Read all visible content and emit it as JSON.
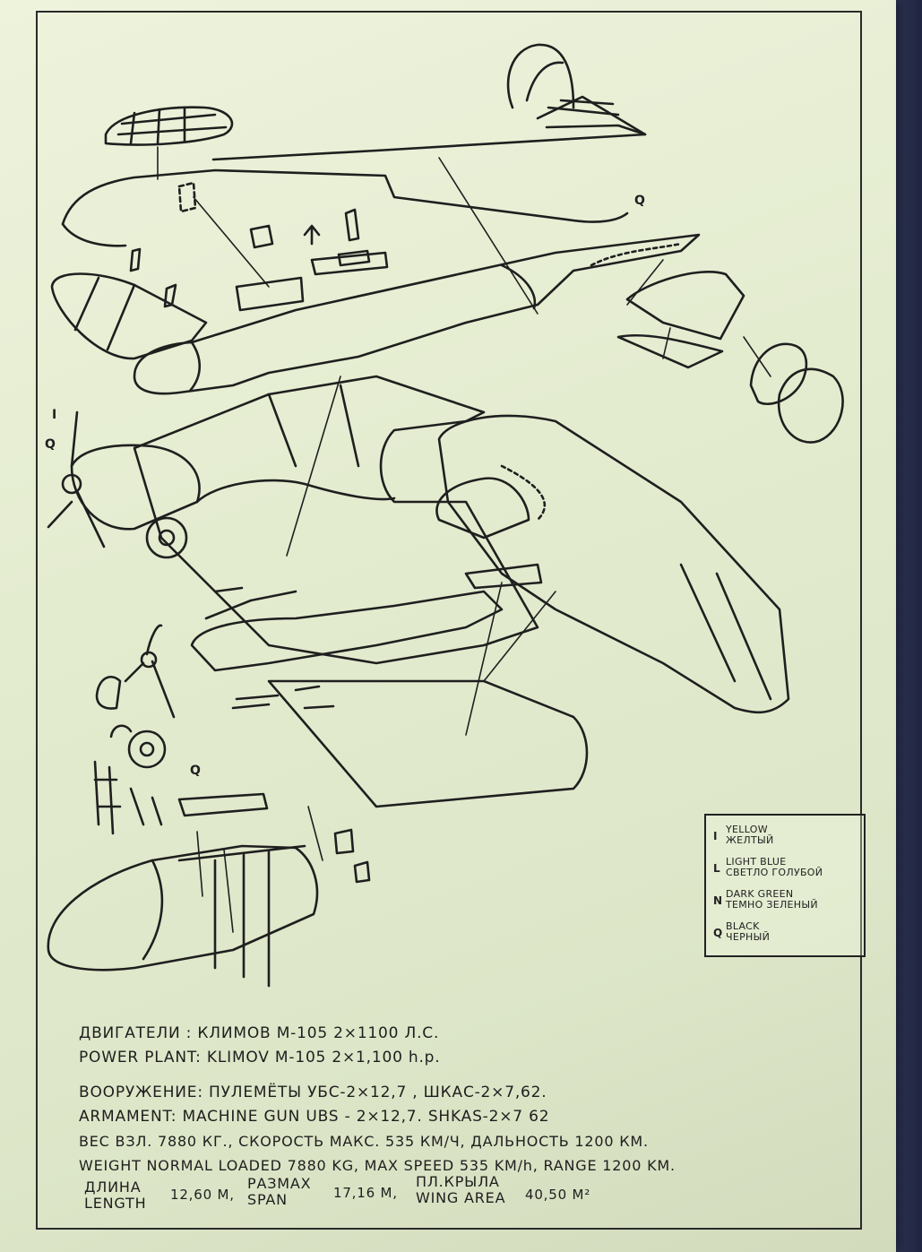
{
  "legend": {
    "items": [
      {
        "key": "I",
        "en": "YELLOW",
        "ru": "ЖЕЛТЫЙ"
      },
      {
        "key": "L",
        "en": "LIGHT BLUE",
        "ru": "СВЕТЛО ГОЛУБОЙ"
      },
      {
        "key": "N",
        "en": "DARK GREEN",
        "ru": "ТЕМНО ЗЕЛЕНЫЙ"
      },
      {
        "key": "Q",
        "en": "BLACK",
        "ru": "ЧЕРНЫЙ"
      }
    ]
  },
  "callouts": {
    "q1": "Q",
    "i1": "I",
    "q2": "Q",
    "q3": "Q"
  },
  "specs": {
    "engines_ru": "ДВИГАТЕЛИ : КЛИМОВ   М-105  2×1100 Л.С.",
    "engines_en": "POWER PLANT: KLIMOV  M-105  2×1,100 h.p.",
    "armament_ru": "ВООРУЖЕНИЕ: ПУЛЕМЁТЫ  УБС-2×12,7 , ШКАС-2×7,62.",
    "armament_en": "ARMAMENT: MACHINE GUN  UBS - 2×12,7.  SHKAS-2×7 62",
    "weight_ru": "ВЕС ВЗЛ.  7880 КГ., СКОРОСТЬ  МАКС. 535 КМ/Ч, ДАЛЬНОСТЬ  1200 КМ.",
    "weight_en": "WEIGHT NORMAL LOADED 7880 KG, MAX SPEED 535 KM/h, RANGE 1200 KM.",
    "length_ru": "ДЛИНА",
    "length_en": "LENGTH",
    "length_val": "12,60 М,",
    "span_ru": "РАЗМАХ",
    "span_en": "SPAN",
    "span_val": "17,16 М,",
    "area_ru": "ПЛ.КРЫЛА",
    "area_en": "WING AREA",
    "area_val": "40,50 М²"
  }
}
